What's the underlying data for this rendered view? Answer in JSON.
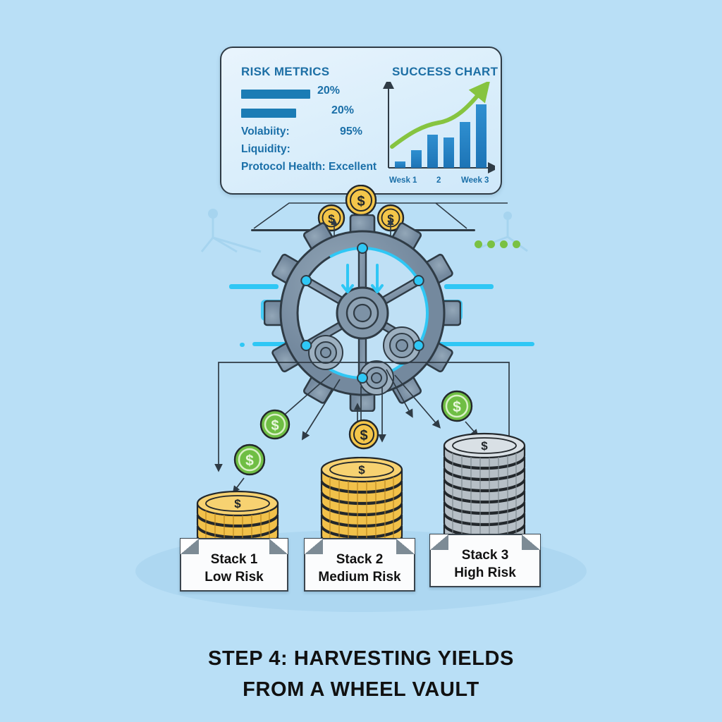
{
  "title": {
    "line1": "STEP 4: HARVESTING YIELDS",
    "line2": "FROM A WHEEL VAULT"
  },
  "panel": {
    "risk_header": "RISK METRICS",
    "success_header": "SUCCESS CHART",
    "metrics": [
      {
        "label": "",
        "value": "20%",
        "bar_pct": 62
      },
      {
        "label": "",
        "value": "20%",
        "bar_pct": 49
      },
      {
        "label": "Volabiity:",
        "value": "95%"
      },
      {
        "label": "Liquidity:",
        "value": ""
      },
      {
        "label": "Protocol Health: Excellent",
        "value": ""
      }
    ]
  },
  "chart_data": {
    "type": "bar",
    "title": "SUCCESS CHART",
    "categories": [
      "Wesk 1",
      "",
      "2",
      "",
      "Week 3",
      ""
    ],
    "tick_labels": [
      "Wesk 1",
      "2",
      "Week 3"
    ],
    "values": [
      8,
      22,
      42,
      38,
      58,
      80
    ],
    "ylim": [
      0,
      100
    ],
    "xlabel": "",
    "ylabel": "",
    "grid": false,
    "legend": false,
    "annotations": [
      "upward trend arrow"
    ],
    "bar_color": "#1d74b6",
    "trend_color": "#86c440"
  },
  "gear": {
    "name": "wheel-vault-gear",
    "teeth": 12,
    "spokes": 6,
    "inner_gears": 3,
    "body_color": "#7e93a6",
    "accent_color": "#2fc7f5"
  },
  "coins_above": [
    {
      "symbol": "$",
      "color": "gold"
    },
    {
      "symbol": "$",
      "color": "gold"
    },
    {
      "symbol": "$",
      "color": "gold"
    }
  ],
  "coins_falling": [
    {
      "symbol": "$",
      "color": "green"
    },
    {
      "symbol": "$",
      "color": "green"
    },
    {
      "symbol": "$",
      "color": "gold"
    },
    {
      "symbol": "$",
      "color": "green"
    }
  ],
  "stacks": [
    {
      "id": "stack-1",
      "name": "Stack 1",
      "risk": "Low Risk",
      "metal": "gold",
      "coins": 5
    },
    {
      "id": "stack-2",
      "name": "Stack 2",
      "risk": "Medium Risk",
      "metal": "gold",
      "coins": 8
    },
    {
      "id": "stack-3",
      "name": "Stack 3",
      "risk": "High Risk",
      "metal": "silver",
      "coins": 10
    }
  ],
  "colors": {
    "background": "#b9dff6",
    "panel_border": "#2f3b45",
    "header_blue": "#1d6fa5",
    "bar_blue": "#1b7cb5",
    "accent_cyan": "#2fc7f5",
    "trend_green": "#7ac143",
    "gold": "#f2c244",
    "silver": "#b9c2c8",
    "title_black": "#111111"
  },
  "decor": {
    "green_dots": 4
  }
}
